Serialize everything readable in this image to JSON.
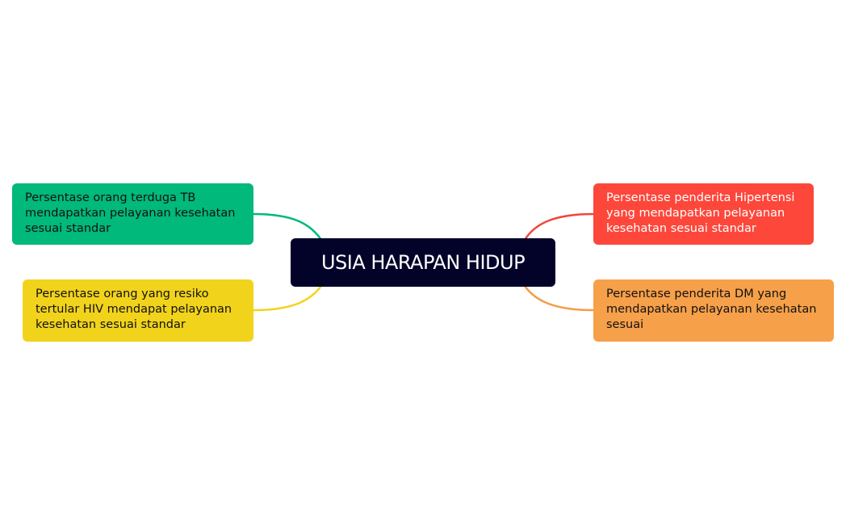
{
  "central": {
    "label": "USIA HARAPAN HIDUP",
    "bg": "#03032a",
    "color": "#ffffff"
  },
  "branches": [
    {
      "key": "tb",
      "side": "left",
      "label": "Persentase orang terduga TB mendapatkan pelayanan kesehatan sesuai standar",
      "bg": "#00b97a",
      "color": "#111111",
      "line": "#00b97a"
    },
    {
      "key": "hiv",
      "side": "left",
      "label": "Persentase orang yang resiko tertular HIV mendapat pelayanan kesehatan sesuai standar",
      "bg": "#f2d31c",
      "color": "#111111",
      "line": "#f2d31c"
    },
    {
      "key": "ht",
      "side": "right",
      "label": "Persentase penderita Hipertensi yang mendapatkan pelayanan kesehatan sesuai standar",
      "bg": "#fd473b",
      "color": "#ffffff",
      "line": "#f0463b"
    },
    {
      "key": "dm",
      "side": "right",
      "label": "Persentase penderita DM yang mendapatkan pelayanan kesehatan sesuai",
      "bg": "#f6a04a",
      "color": "#111111",
      "line": "#f49c47"
    }
  ]
}
